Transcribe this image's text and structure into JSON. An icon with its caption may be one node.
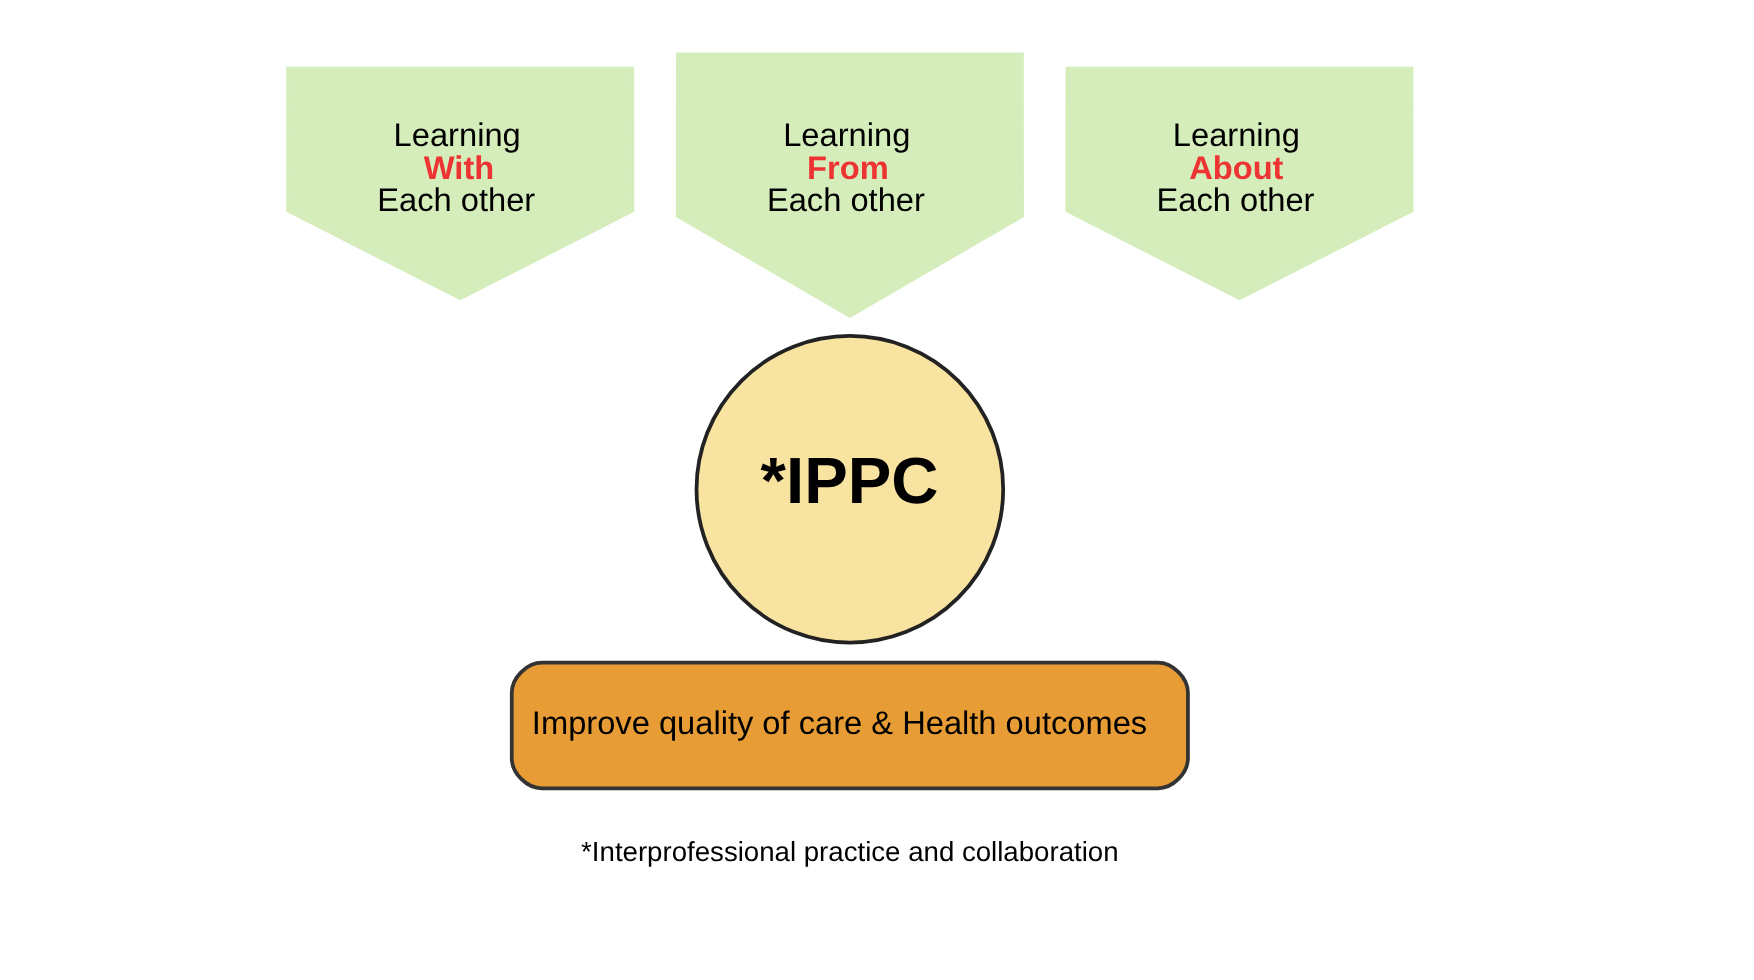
{
  "diagram": {
    "nodes": [
      {
        "text": [
          "Learning **With** Each other"
        ]
      },
      {
        "text": [
          "Learning **From** Each other"
        ]
      },
      {
        "text": [
          "Learning **About** Each other"
        ]
      },
      {
        "text": [
          "*IPPC"
        ]
      },
      {
        "text": [
          "Improve quality of care & Health outcomes"
        ]
      }
    ],
    "edges": [],
    "labels": [
      "*Interprofessional practice and collaboration"
    ]
  }
}
